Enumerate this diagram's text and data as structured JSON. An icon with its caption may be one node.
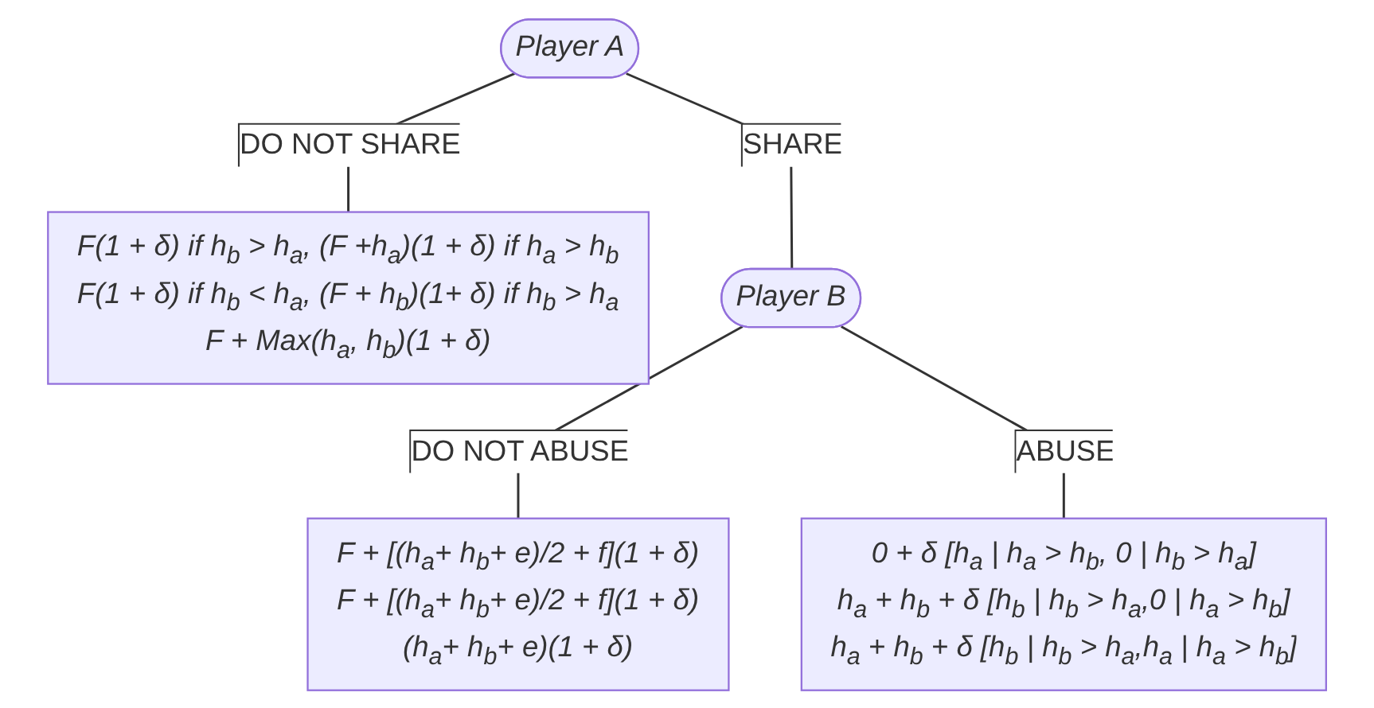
{
  "diagram": {
    "nodes": [
      {
        "text": [
          "Player A"
        ]
      },
      {
        "text": [
          "F(1 + δ) if h$_{b}$ > h$_{a}$, (F +h$_{a}$)(1 + δ) if h$_{a}$ > h$_{b}$",
          "F(1 + δ) if h$_{b}$ < h$_{a}$, (F + h$_{b}$)(1+ δ) if h$_{b}$ > h$_{a}$",
          "F + Max(h$_{a}$, h$_{b}$)(1 + δ)"
        ]
      },
      {
        "text": [
          "Player B"
        ]
      },
      {
        "text": [
          "F + [(h$_{a}$+ h$_{b}$+ e)/2 + f](1 + δ)",
          "F + [(h$_{a}$+ h$_{b}$+ e)/2 + f](1 + δ)",
          "(h$_{a}$+ h$_{b}$+ e)(1 + δ)"
        ]
      },
      {
        "text": [
          "0 + δ [h$_{a}$ | h$_{a}$ > h$_{b}$, 0 | h$_{b}$ > h$_{a}$]",
          "h$_{a}$ + h$_{b}$ + δ [h$_{b}$ | h$_{b}$ > h$_{a}$,0 | h$_{a}$ > h$_{b}$]",
          "h$_{a}$ + h$_{b}$ + δ [h$_{b}$ | h$_{b}$ > h$_{a}$,h$_{a}$ | h$_{a}$ > h$_{b}$]"
        ]
      }
    ],
    "edges": [
      {
        "from": 0,
        "to": 1,
        "arrow": "none",
        "label": "DO NOT SHARE"
      },
      {
        "from": 0,
        "to": 2,
        "arrow": "none",
        "label": "SHARE"
      },
      {
        "from": 2,
        "to": 3,
        "arrow": "none",
        "label": "DO NOT ABUSE"
      },
      {
        "from": 2,
        "to": 4,
        "arrow": "none",
        "label": "ABUSE"
      }
    ]
  }
}
